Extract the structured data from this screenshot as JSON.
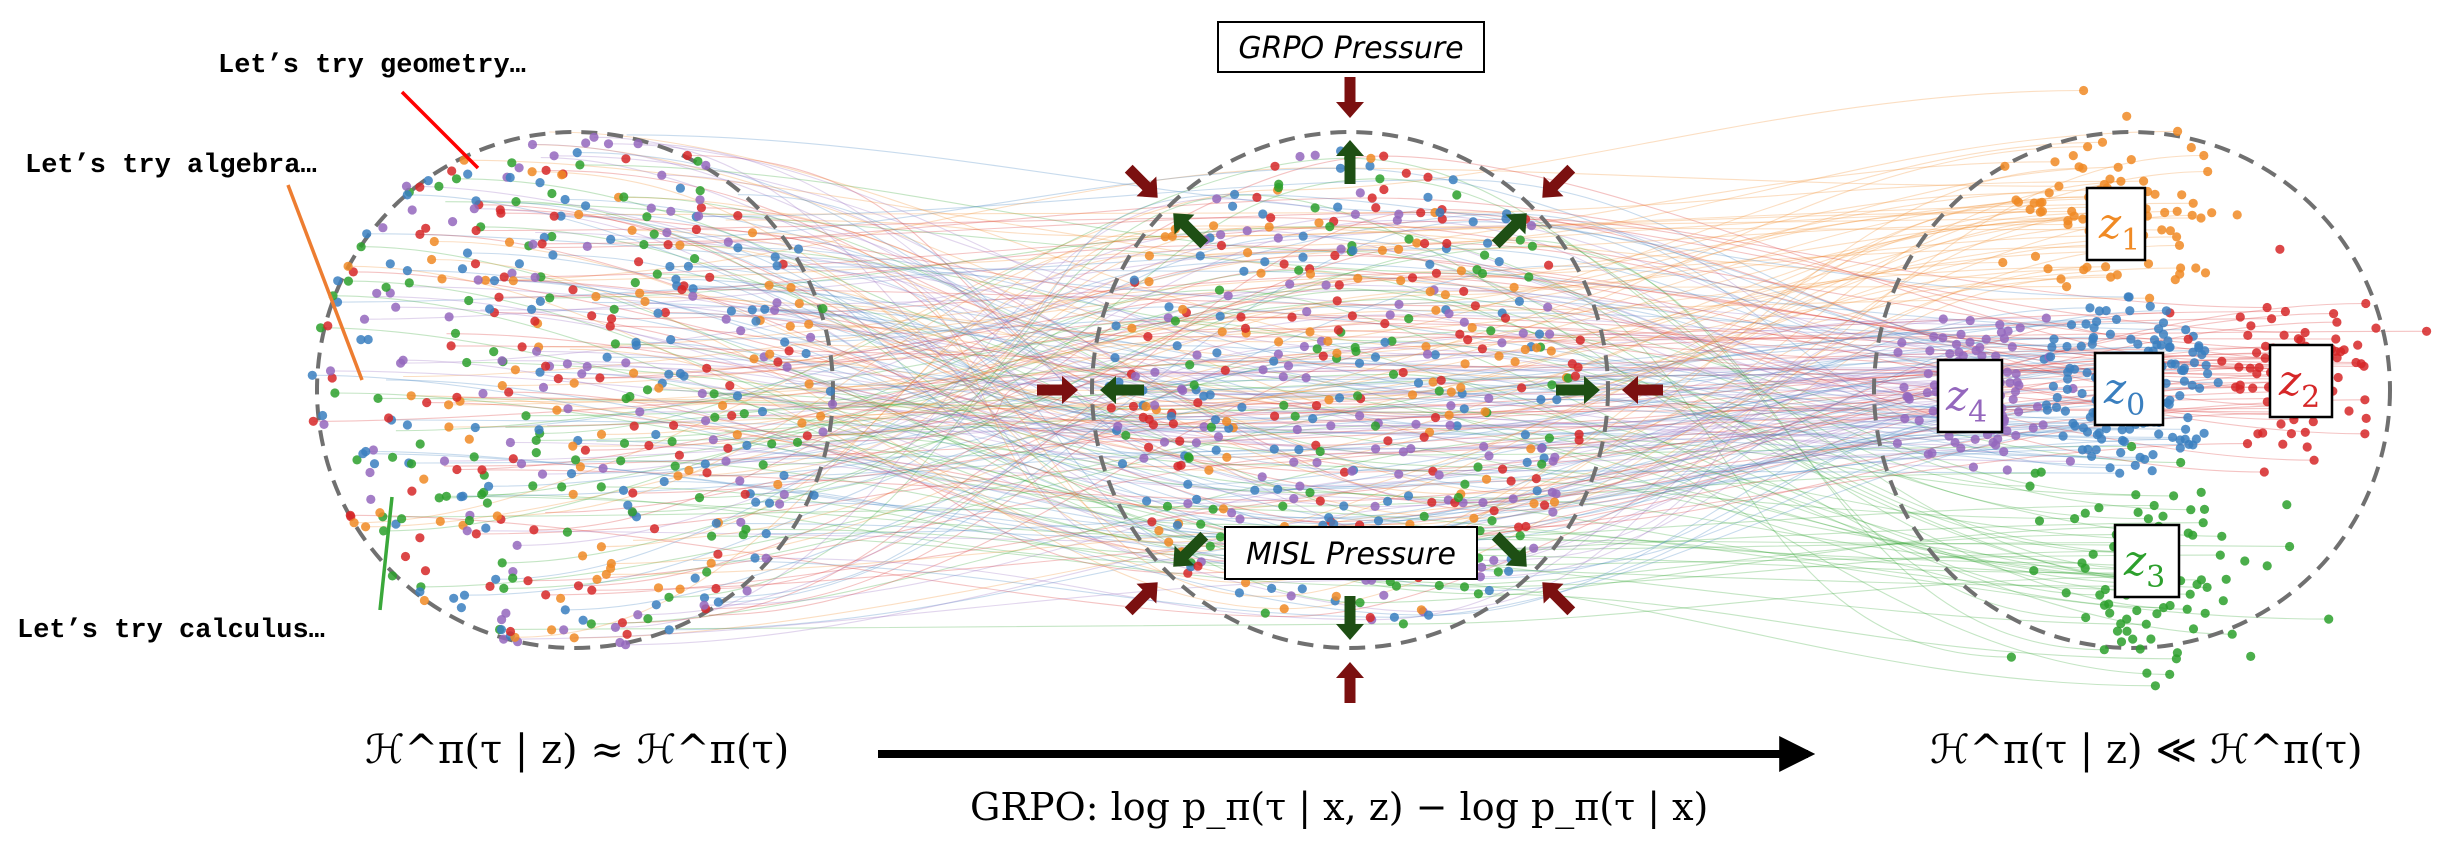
{
  "annotations": {
    "geometry": "Let’s try geometry…",
    "algebra": "Let’s try algebra…",
    "calculus": "Let’s try calculus…"
  },
  "pressure_labels": {
    "grpo": "GRPO Pressure",
    "misl": "MISL Pressure"
  },
  "cluster_labels": {
    "z0": {
      "var": "z",
      "sub": "0"
    },
    "z1": {
      "var": "z",
      "sub": "1"
    },
    "z2": {
      "var": "z",
      "sub": "2"
    },
    "z3": {
      "var": "z",
      "sub": "3"
    },
    "z4": {
      "var": "z",
      "sub": "4"
    }
  },
  "formulas": {
    "left": "ℋ^π(τ | z) ≈ ℋ^π(τ)",
    "right": "ℋ^π(τ | z) ≪ ℋ^π(τ)",
    "bottom": "GRPO: log p_π(τ | x, z) − log p_π(τ | x)"
  },
  "colors": {
    "z0": "#3a7fbf",
    "z1": "#f08a24",
    "z2": "#d62728",
    "z3": "#2ca02c",
    "z4": "#9467bd",
    "grpo_arrow": "#7b1010",
    "misl_arrow": "#1e4f14",
    "annotation_geometry": "#ff0000",
    "annotation_algebra": "#ed7d31",
    "annotation_calculus": "#3aa83a",
    "dashed_circle": "#707070"
  }
}
